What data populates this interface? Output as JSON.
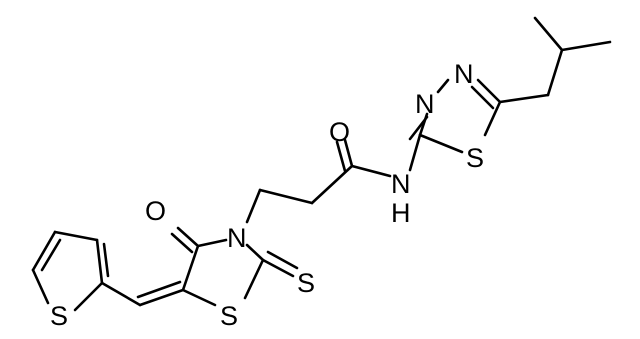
{
  "atoms": [
    {
      "id": "a1",
      "label": "N"
    },
    {
      "id": "a2",
      "label": "N"
    },
    {
      "id": "a3",
      "label": "S"
    },
    {
      "id": "a4",
      "label": "O"
    },
    {
      "id": "a5",
      "label": "N"
    },
    {
      "id": "a6",
      "label": "H"
    },
    {
      "id": "a7",
      "label": "O"
    },
    {
      "id": "a8",
      "label": "N"
    },
    {
      "id": "a9",
      "label": "S"
    },
    {
      "id": "a10",
      "label": "S"
    },
    {
      "id": "a11",
      "label": "S"
    }
  ]
}
